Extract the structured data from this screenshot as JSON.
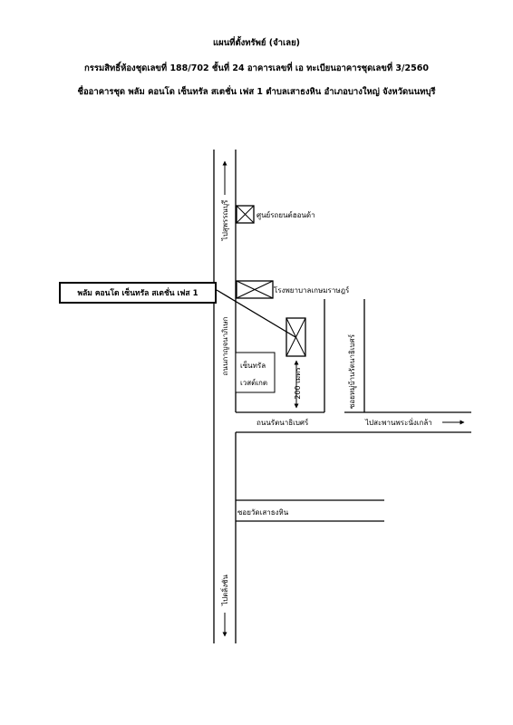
{
  "header": {
    "title": "แผนที่ตั้งทรัพย์ (จำเลย)",
    "line2": "กรรมสิทธิ์ห้องชุดเลขที่ 188/702  ชั้นที่ 24  อาคารเลขที่ เอ  ทะเบียนอาคารชุดเลขที่ 3/2560",
    "line3": "ชื่ออาคารชุด พลัม คอนโด เซ็นทรัล สเตชั่น เฟส 1  ตำบลเสาธงหิน อำเภอบางใหญ่ จังหวัดนนทบุรี"
  },
  "map": {
    "callout": "พลัม คอนโด เซ็นทรัล สเตชั่น เฟส 1",
    "roads": {
      "main_road": "ถนนกาญจนาภิเษก",
      "rattanathibet": "ถนนรัตนาธิเบศร์",
      "soi_ban_rattanathibet": "ซอยหมู่บ้านรัตนาธิเบศร์",
      "soi_wat_sao_thong_hin": "ซอยวัดเสาธงหิน"
    },
    "directions": {
      "north": "ไปสุพรรณบุรี",
      "south": "ไปตลิ่งชัน",
      "east": "ไปสะพานพระนั่งเกล้า"
    },
    "landmarks": {
      "car_center": "ศูนย์รถยนต์ฮอนด้า",
      "hospital": "โรงพยาบาลเกษมราษฎร์",
      "mall_line1": "เซ็นทรัล",
      "mall_line2": "เวสต์เกต"
    },
    "distance": "200 เมตร"
  }
}
